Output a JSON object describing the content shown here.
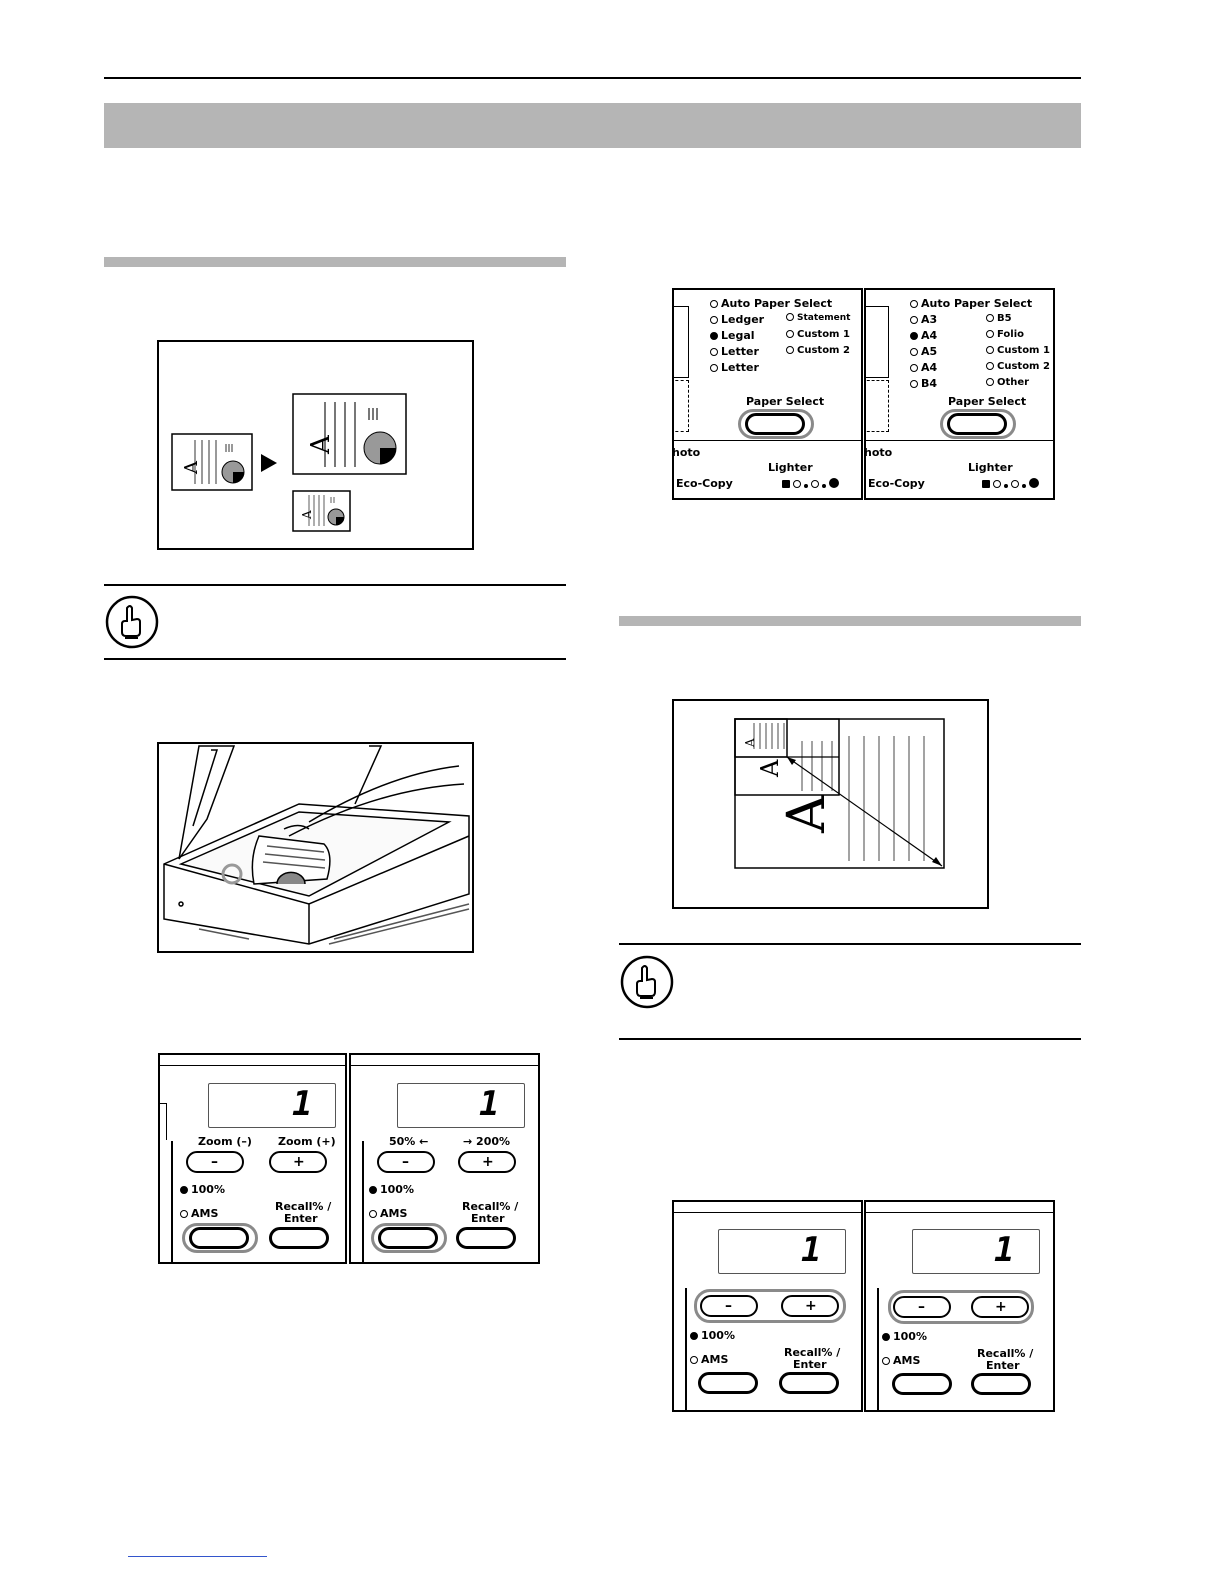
{
  "zoom_panel_a": {
    "count": "1",
    "zoom_minus": "Zoom (–)",
    "zoom_plus": "Zoom (+)",
    "minus_symbol": "–",
    "plus_symbol": "+",
    "indicator_100": "100%",
    "ams": "AMS",
    "recall": "Recall% /",
    "enter": "Enter"
  },
  "zoom_panel_b": {
    "count": "1",
    "zoom_minus": "50% ←",
    "zoom_plus": "→ 200%",
    "minus_symbol": "–",
    "plus_symbol": "+",
    "indicator_100": "100%",
    "ams": "AMS",
    "recall": "Recall% /",
    "enter": "Enter"
  },
  "paper_panel_a": {
    "options_left": [
      "Ledger",
      "Legal",
      "Letter",
      "Letter"
    ],
    "options_right": [
      "Statement",
      "Custom 1",
      "Custom 2"
    ],
    "auto": "Auto Paper Select",
    "button": "Paper Select",
    "photo": "hoto",
    "lighter": "Lighter",
    "eco": "Eco-Copy"
  },
  "paper_panel_b": {
    "options_left": [
      "A3",
      "A4",
      "A5",
      "A4",
      "B4"
    ],
    "options_right": [
      "B5",
      "Folio",
      "Custom 1",
      "Custom 2",
      "Other"
    ],
    "auto": "Auto Paper Select",
    "button": "Paper Select",
    "photo": "hoto",
    "lighter": "Lighter",
    "eco": "Eco-Copy"
  },
  "illustration_text": {
    "letter_a": "A"
  },
  "colors": {
    "gray_bar": "#b5b5b5",
    "highlight": "#8a8a8a"
  }
}
